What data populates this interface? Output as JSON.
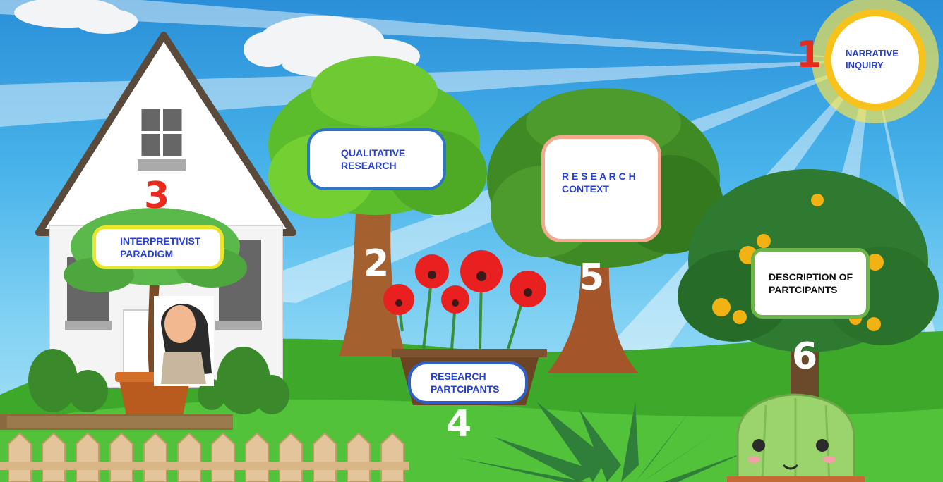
{
  "scene": {
    "labels": {
      "narrative_inquiry": "NARRATIVE\nINQUIRY",
      "qualitative_research": "QUALITATIVE\nRESEARCH",
      "research_context": "R E S E A R C H\nCONTEXT",
      "interpretivist_paradigm": "INTERPRETIVIST\nPARADIGM",
      "research_participants": "RESEARCH\nPARTCIPANTS",
      "description_of_participants": "DESCRIPTION OF\nPARTCIPANTS"
    },
    "numbers": {
      "n1": "1",
      "n2": "2",
      "n3": "3",
      "n4": "4",
      "n5": "5",
      "n6": "6"
    },
    "colors": {
      "label_text": "#2741d1",
      "number_red": "#e8291b",
      "number_white": "#ffffff",
      "sun": "#f7c21b",
      "grass": "#45b52e"
    }
  }
}
